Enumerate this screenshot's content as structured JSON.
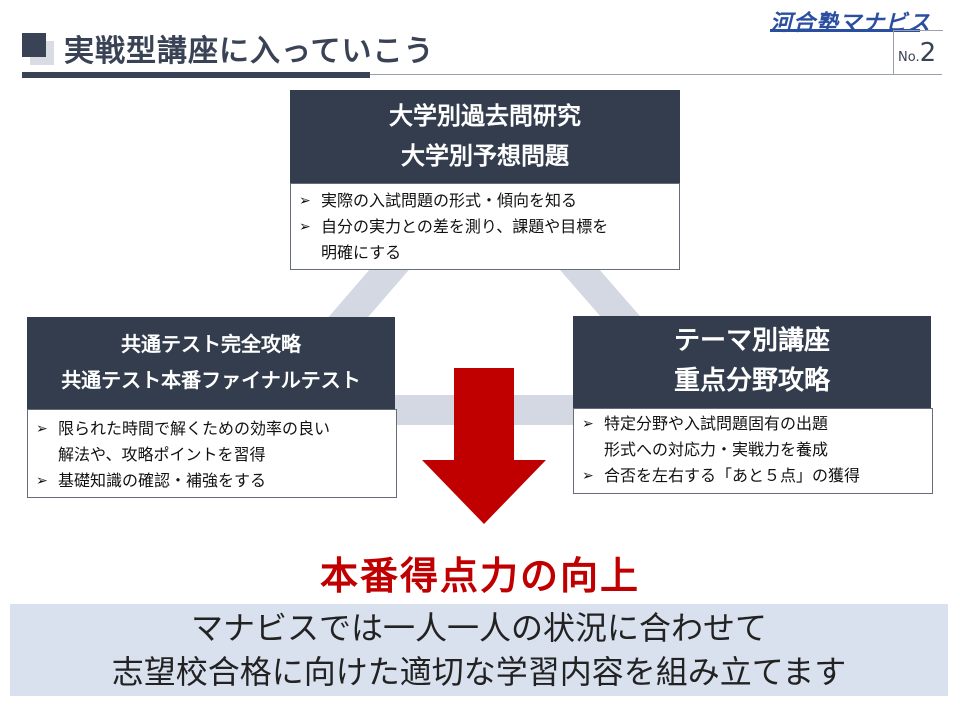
{
  "header": {
    "title": "実戦型講座に入っていこう",
    "logo": "河合塾マナビス",
    "page_no_prefix": "No.",
    "page_no": "2"
  },
  "boxes": {
    "top": {
      "heading_lines": [
        "大学別過去問研究",
        "大学別予想問題"
      ],
      "bullets": [
        "実際の入試問題の形式・傾向を知る",
        "自分の実力との差を測り、課題や目標を",
        "明確にする"
      ]
    },
    "left": {
      "heading_lines": [
        "共通テスト完全攻略",
        "共通テスト本番ファイナルテスト"
      ],
      "bullets": [
        "限られた時間で解くための効率の良い",
        "解法や、攻略ポイントを習得",
        "基礎知識の確認・補強をする"
      ]
    },
    "right": {
      "heading_lines": [
        "テーマ別講座",
        "重点分野攻略"
      ],
      "bullets": [
        "特定分野や入試問題固有の出題",
        "形式への対応力・実戦力を養成",
        "合否を左右する「あと５点」の獲得"
      ]
    }
  },
  "bullet_symbol": "➢",
  "result": "本番得点力の向上",
  "banner": {
    "line1": "マナビスでは一人一人の状況に合わせて",
    "line2": "志望校合格に向けた適切な学習内容を組み立てます"
  },
  "colors": {
    "dark": "#333d4d",
    "accent_red": "#c00000",
    "banner_bg": "#d9e1ef",
    "triangle": "#d3d8e2"
  }
}
